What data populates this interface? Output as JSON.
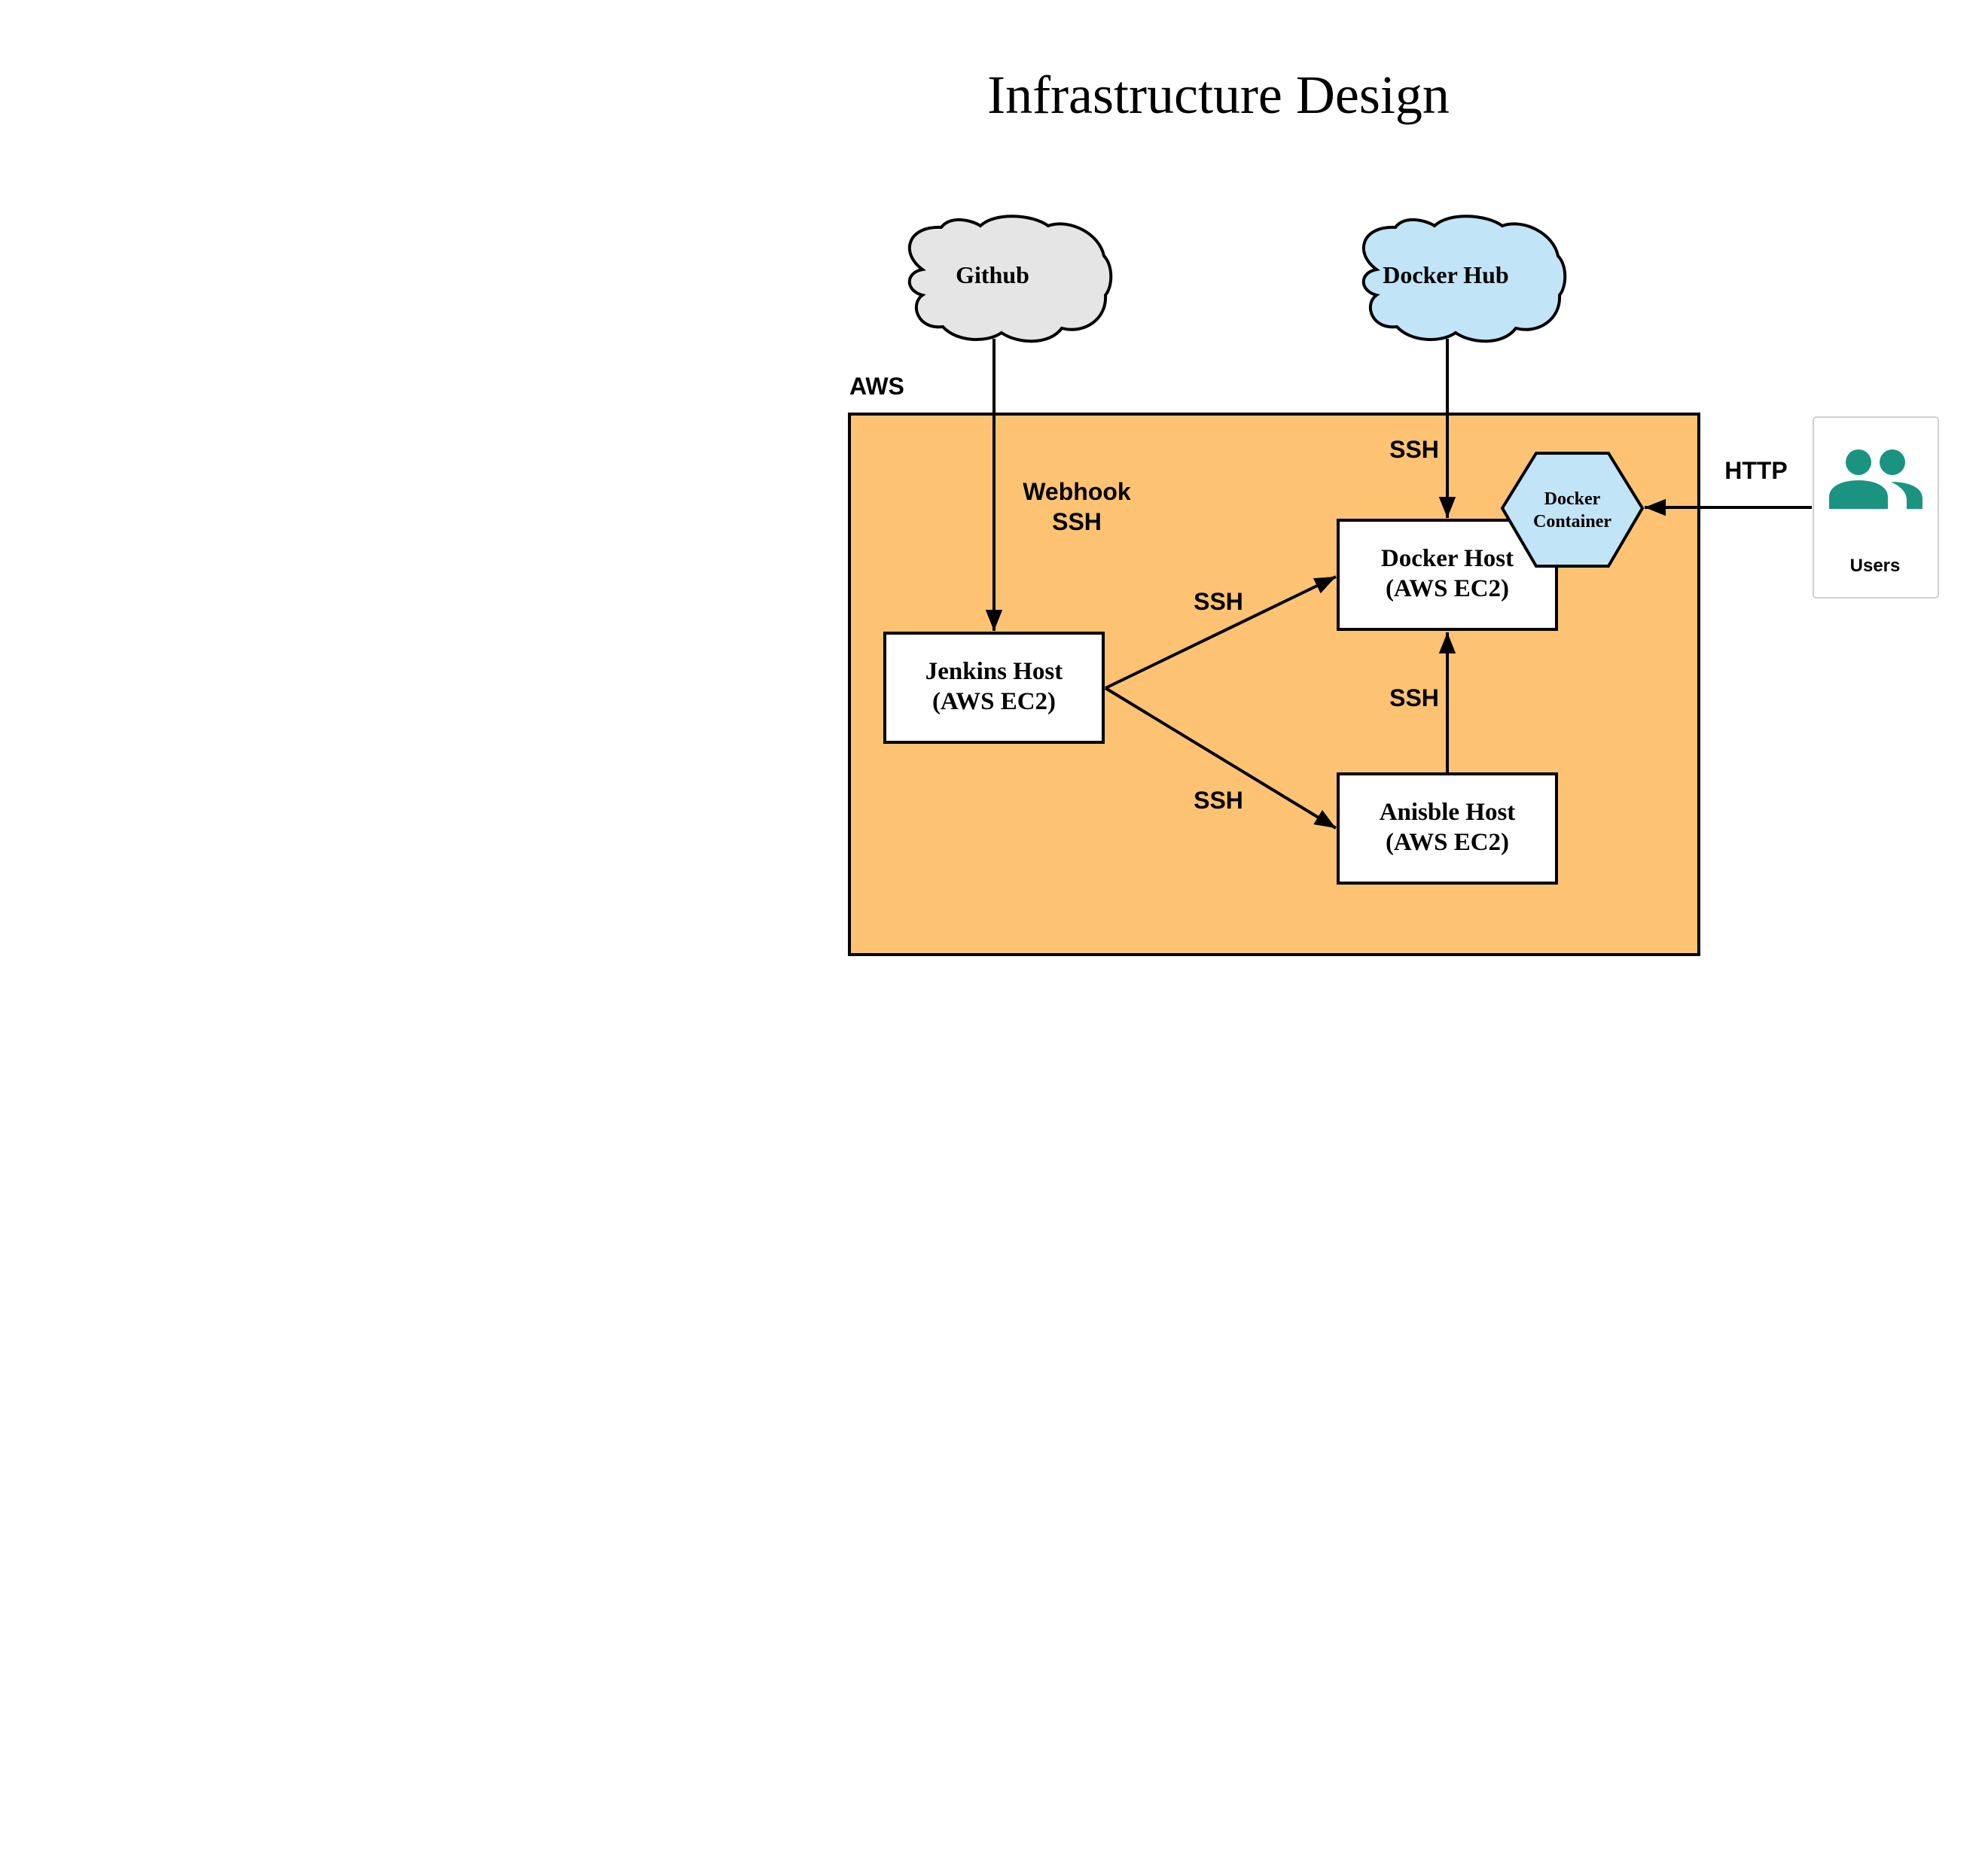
{
  "title": "Infrastructure Design",
  "colors": {
    "aws_fill": "#fdc373",
    "github_fill": "#e5e5e5",
    "dockerhub_fill": "#c1e4f7",
    "container_fill": "#c1e4f7",
    "users_icon": "#1a9481",
    "stroke": "#000000"
  },
  "aws": {
    "label": "AWS"
  },
  "nodes": {
    "github": {
      "label": "Github"
    },
    "dockerhub": {
      "label": "Docker Hub"
    },
    "jenkins": {
      "line1": "Jenkins Host",
      "line2": "(AWS EC2)"
    },
    "docker_host": {
      "line1": "Docker Host",
      "line2": "(AWS EC2)"
    },
    "ansible": {
      "line1": "Anisble Host",
      "line2": "(AWS EC2)"
    },
    "container": {
      "line1": "Docker",
      "line2": "Container"
    },
    "users": {
      "label": "Users",
      "icon": "users-icon"
    }
  },
  "edges": {
    "github_jenkins": {
      "line1": "Webhook",
      "line2": "SSH"
    },
    "dockerhub_docker": {
      "label": "SSH"
    },
    "jenkins_docker": {
      "label": "SSH"
    },
    "jenkins_ansible": {
      "label": "SSH"
    },
    "ansible_docker": {
      "label": "SSH"
    },
    "users_container": {
      "label": "HTTP"
    }
  }
}
